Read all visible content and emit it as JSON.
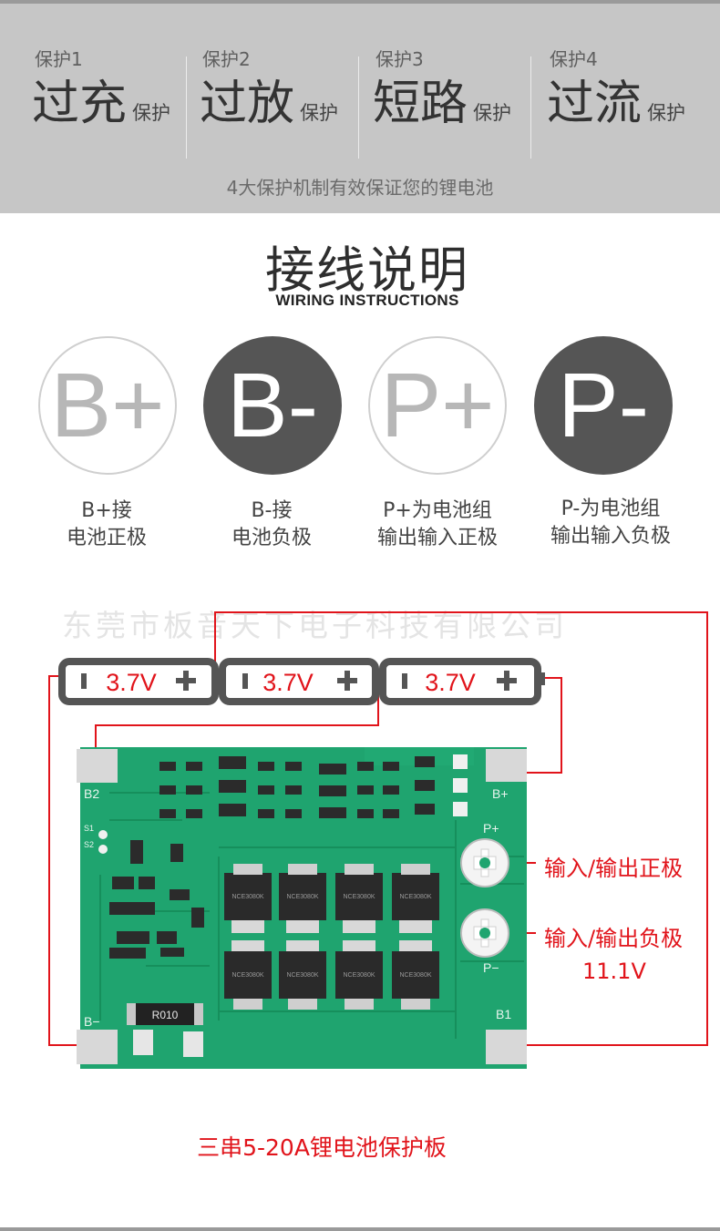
{
  "protection": {
    "items": [
      {
        "label": "保护1",
        "title": "过充",
        "suffix": "保护"
      },
      {
        "label": "保护2",
        "title": "过放",
        "suffix": "保护"
      },
      {
        "label": "保护3",
        "title": "短路",
        "suffix": "保护"
      },
      {
        "label": "保护4",
        "title": "过流",
        "suffix": "保护"
      }
    ],
    "caption": "4大保护机制有效保证您的锂电池"
  },
  "wiring": {
    "title": "接线说明",
    "subtitle": "WIRING INSTRUCTIONS",
    "terminals": [
      {
        "symbol": "B+",
        "line1": "B+接",
        "line2": "电池正极",
        "style": "light"
      },
      {
        "symbol": "B-",
        "line1": "B-接",
        "line2": "电池负极",
        "style": "dark"
      },
      {
        "symbol": "P+",
        "line1": "P+为电池组",
        "line2": "输出输入正极",
        "style": "light"
      },
      {
        "symbol": "P-",
        "line1": "P-为电池组",
        "line2": "输出输入负极",
        "style": "dark"
      }
    ]
  },
  "diagram": {
    "watermark": "东莞市板音天下电子科技有限公司",
    "cells": [
      "3.7V",
      "3.7V",
      "3.7V"
    ],
    "annotations": {
      "positive": "输入/输出正极",
      "negative": "输入/输出负极",
      "voltage": "11.1V"
    },
    "pads": {
      "b2": "B2",
      "bplus": "B+",
      "pplus": "P+",
      "pminus": "P−",
      "bminus": "B−",
      "b1": "B1",
      "s1": "S1",
      "s2": "S2"
    },
    "resistor_label": "R010",
    "mosfet_label": "NCE3080K",
    "caption": "三串5-20A锂电池保护板"
  },
  "colors": {
    "accent_red": "#e1141b",
    "band_gray": "#c6c6c6",
    "pcb_green": "#1fa46f",
    "circle_dark": "#555555"
  }
}
